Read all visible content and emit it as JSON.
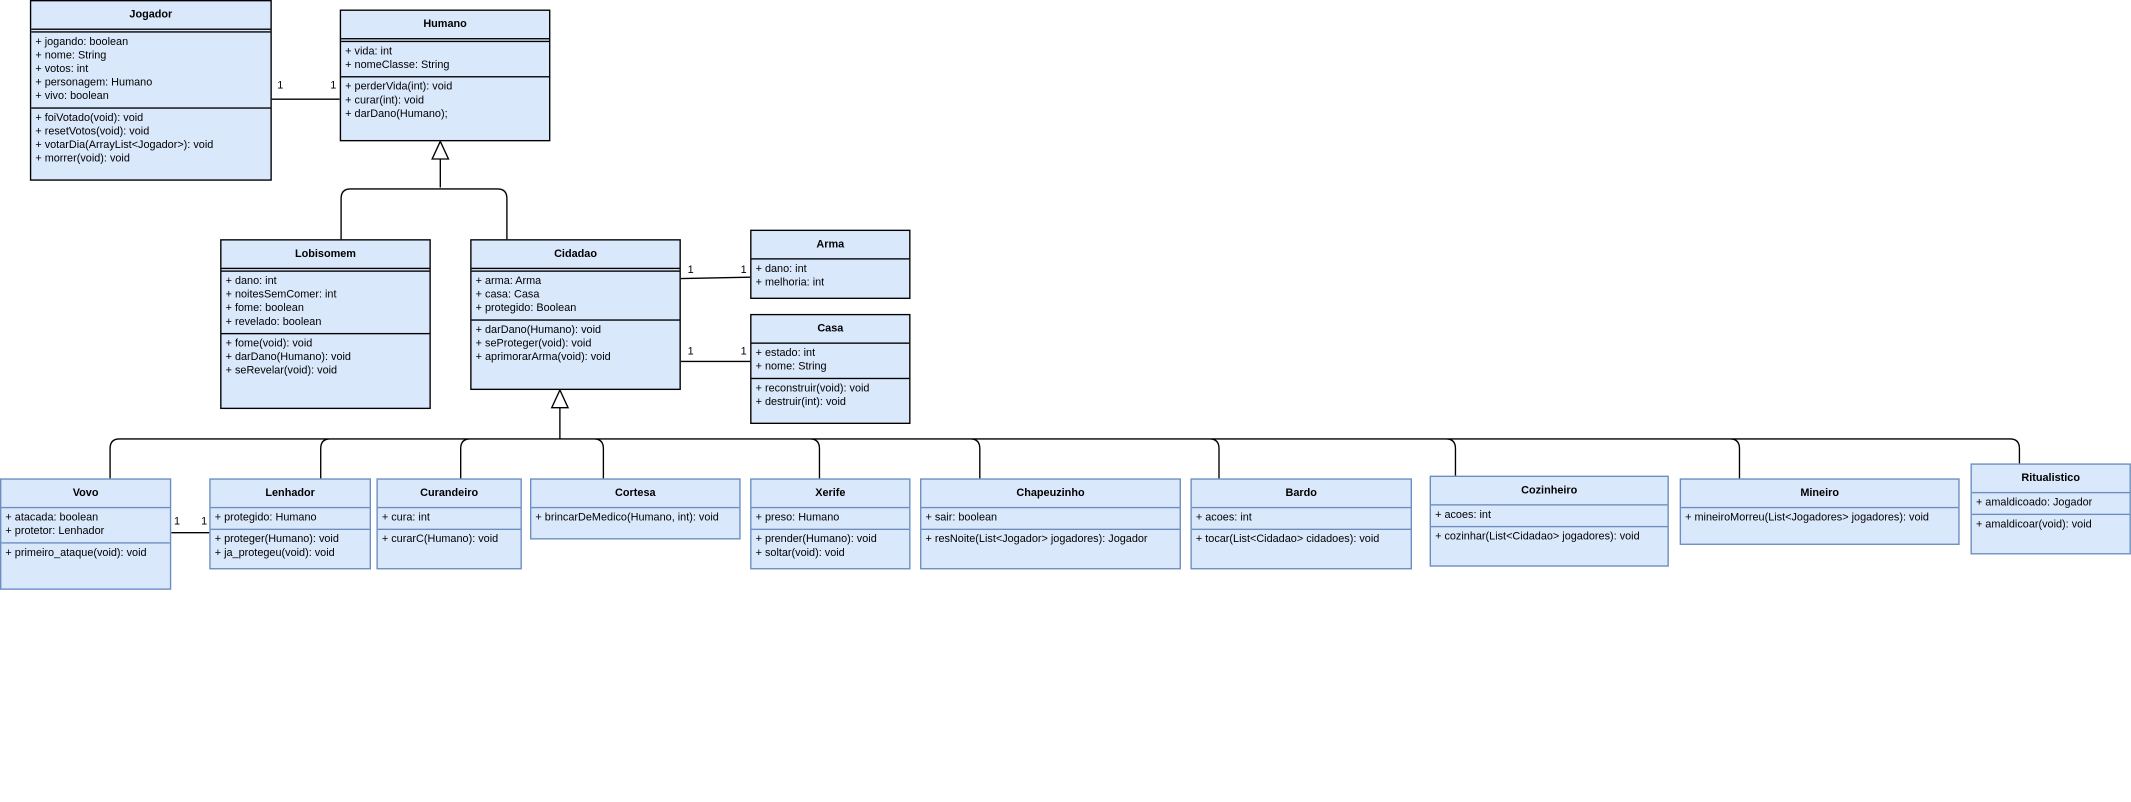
{
  "classes": {
    "jogador": {
      "name": "Jogador",
      "attributes": [
        "+ jogando: boolean",
        "+ nome: String",
        "+ votos: int",
        "+ personagem: Humano",
        "+ vivo: boolean"
      ],
      "methods": [
        "+ foiVotado(void): void",
        "+ resetVotos(void): void",
        "+ votarDia(ArrayList<Jogador>): void",
        "+ morrer(void): void"
      ]
    },
    "humano": {
      "name": "Humano",
      "attributes": [
        "+ vida: int",
        "+ nomeClasse: String"
      ],
      "methods": [
        "+ perderVida(int): void",
        "+ curar(int): void",
        "+ darDano(Humano);"
      ]
    },
    "lobisomem": {
      "name": "Lobisomem",
      "attributes": [
        "+ dano: int",
        "+ noitesSemComer: int",
        "+ fome: boolean",
        "+ revelado: boolean"
      ],
      "methods": [
        "+ fome(void): void",
        "+ darDano(Humano): void",
        "+ seRevelar(void): void"
      ]
    },
    "cidadao": {
      "name": "Cidadao",
      "attributes": [
        "+ arma: Arma",
        "+ casa: Casa",
        "+ protegido: Boolean"
      ],
      "methods": [
        "+ darDano(Humano): void",
        "+ seProteger(void): void",
        "+ aprimorarArma(void): void"
      ]
    },
    "arma": {
      "name": "Arma",
      "attributes": [
        "+ dano: int",
        "+ melhoria: int"
      ],
      "methods": []
    },
    "casa": {
      "name": "Casa",
      "attributes": [
        "+ estado: int",
        "+ nome: String"
      ],
      "methods": [
        "+ reconstruir(void): void",
        "+ destruir(int): void"
      ]
    },
    "vovo": {
      "name": "Vovo",
      "attributes": [
        "+ atacada: boolean",
        "+ protetor: Lenhador"
      ],
      "methods": [
        "+ primeiro_ataque(void): void"
      ]
    },
    "lenhador": {
      "name": "Lenhador",
      "attributes": [
        "+ protegido: Humano"
      ],
      "methods": [
        "+ proteger(Humano): void",
        "+ ja_protegeu(void): void"
      ]
    },
    "curandeiro": {
      "name": "Curandeiro",
      "attributes": [
        "+ cura: int"
      ],
      "methods": [
        "+ curarC(Humano): void"
      ]
    },
    "cortesa": {
      "name": "Cortesa",
      "attributes": [
        "+ brincarDeMedico(Humano, int): void"
      ],
      "methods": []
    },
    "xerife": {
      "name": "Xerife",
      "attributes": [
        "+ preso: Humano"
      ],
      "methods": [
        "+ prender(Humano): void",
        "+ soltar(void): void"
      ]
    },
    "chapeuzinho": {
      "name": "Chapeuzinho",
      "attributes": [
        "+ sair: boolean"
      ],
      "methods": [
        "+ resNoite(List<Jogador> jogadores): Jogador"
      ]
    },
    "bardo": {
      "name": "Bardo",
      "attributes": [
        "+ acoes: int"
      ],
      "methods": [
        "+ tocar(List<Cidadao> cidadoes): void"
      ]
    },
    "cozinheiro": {
      "name": "Cozinheiro",
      "attributes": [
        "+ acoes: int"
      ],
      "methods": [
        "+ cozinhar(List<Cidadao> jogadores): void"
      ]
    },
    "mineiro": {
      "name": "Mineiro",
      "attributes": [
        "+ mineiroMorreu(List<Jogadores> jogadores): void"
      ],
      "methods": []
    },
    "ritualistico": {
      "name": "Ritualistico",
      "attributes": [
        "+ amaldicoado: Jogador"
      ],
      "methods": [
        "+ amaldicoar(void): void"
      ]
    }
  },
  "multiplicities": {
    "jogador_humano_a": "1",
    "jogador_humano_b": "1",
    "cidadao_arma_a": "1",
    "cidadao_arma_b": "1",
    "cidadao_casa_a": "1",
    "cidadao_casa_b": "1",
    "vovo_lenhador_a": "1",
    "vovo_lenhador_b": "1"
  },
  "colors": {
    "fill": "#dae8fc",
    "stroke": "#000000",
    "thin_stroke": "#6c8ebf"
  }
}
